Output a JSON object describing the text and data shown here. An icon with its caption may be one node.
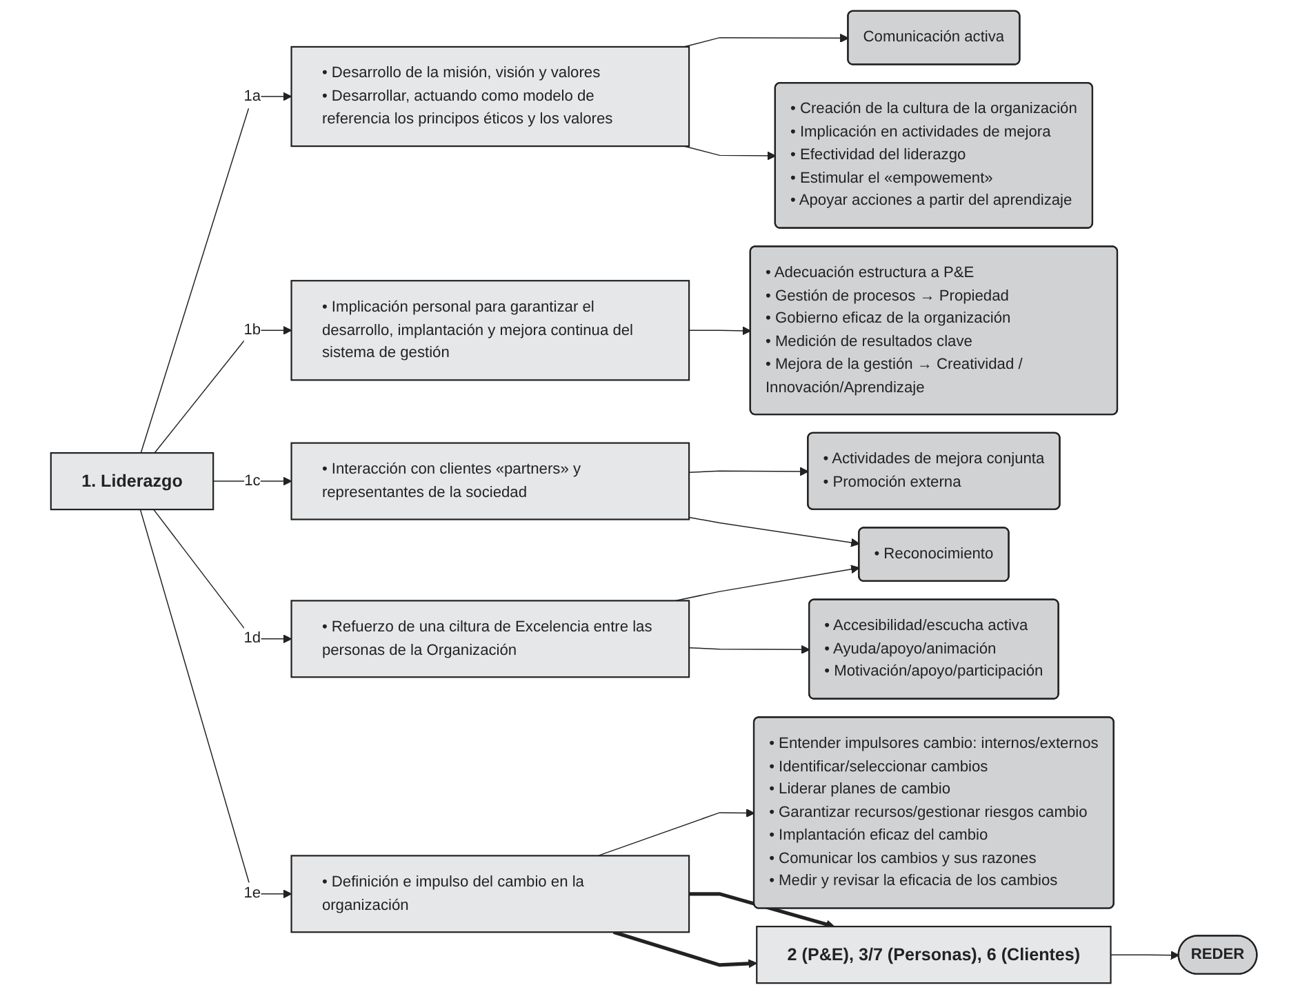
{
  "diagram": {
    "nodes": [
      {
        "text": [
          "1. Liderazgo"
        ]
      },
      {
        "text": [
          "• Desarrollo de la misión, visión y valores",
          "• Desarrollar, actuando como modelo de referencia los principos éticos y los valores"
        ]
      },
      {
        "text": [
          "• Implicación personal para garantizar el desarrollo, implantación y mejora continua del sistema de gestión"
        ]
      },
      {
        "text": [
          "• Interacción con clientes «partners» y representantes de la sociedad"
        ]
      },
      {
        "text": [
          "• Refuerzo de una ciltura de Excelencia entre las personas de la Organización"
        ]
      },
      {
        "text": [
          "• Definición e impulso del cambio en la organización"
        ]
      },
      {
        "text": [
          "Comunicación activa"
        ]
      },
      {
        "text": [
          "• Creación de la cultura de la organización",
          "• Implicación en actividades de mejora",
          "• Efectividad del liderazgo",
          "• Estimular el «empowement»",
          "• Apoyar acciones a partir del aprendizaje"
        ]
      },
      {
        "text": [
          "• Adecuación estructura a P&E",
          "• Gestión de procesos → Propiedad",
          "• Gobierno eficaz de la organización",
          "• Medición de resultados clave",
          "• Mejora de la gestión → Creatividad / Innovación/Aprendizaje"
        ]
      },
      {
        "text": [
          "• Actividades de mejora conjunta",
          "• Promoción externa"
        ]
      },
      {
        "text": [
          "• Reconocimiento"
        ]
      },
      {
        "text": [
          "• Accesibilidad/escucha activa",
          "• Ayuda/apoyo/animación",
          "• Motivación/apoyo/participación"
        ]
      },
      {
        "text": [
          "• Entender impulsores cambio: internos/externos",
          "• Identificar/seleccionar cambios",
          "• Liderar planes de cambio",
          "• Garantizar recursos/gestionar riesgos cambio",
          "• Implantación eficaz del cambio",
          "• Comunicar los cambios y sus razones",
          "• Medir y revisar la eficacia de los cambios"
        ]
      },
      {
        "text": [
          "REDER"
        ]
      },
      {
        "text": [
          "2 (P&E), 3/7 (Personas), 6 (Clientes)"
        ]
      }
    ],
    "edges": [
      {
        "from": 0,
        "to": 1,
        "arrow": "to",
        "label": "1a"
      },
      {
        "from": 0,
        "to": 2,
        "arrow": "to",
        "label": "1b"
      },
      {
        "from": 0,
        "to": 3,
        "arrow": "to",
        "label": "1c"
      },
      {
        "from": 0,
        "to": 4,
        "arrow": "to",
        "label": "1d"
      },
      {
        "from": 0,
        "to": 5,
        "arrow": "to",
        "label": "1e"
      },
      {
        "from": 1,
        "to": 6,
        "arrow": "to"
      },
      {
        "from": 1,
        "to": 7,
        "arrow": "to"
      },
      {
        "from": 2,
        "to": 8,
        "arrow": "to"
      },
      {
        "from": 3,
        "to": 9,
        "arrow": "to"
      },
      {
        "from": 3,
        "to": 10,
        "arrow": "to"
      },
      {
        "from": 4,
        "to": 10,
        "arrow": "to"
      },
      {
        "from": 4,
        "to": 11,
        "arrow": "to"
      },
      {
        "from": 5,
        "to": 12,
        "arrow": "to"
      },
      {
        "from": 5,
        "to": 14,
        "arrow": "to",
        "style": "thick"
      },
      {
        "from": 5,
        "to": 14,
        "arrow": "to",
        "style": "thick"
      },
      {
        "from": 14,
        "to": 13,
        "arrow": "to"
      }
    ]
  }
}
